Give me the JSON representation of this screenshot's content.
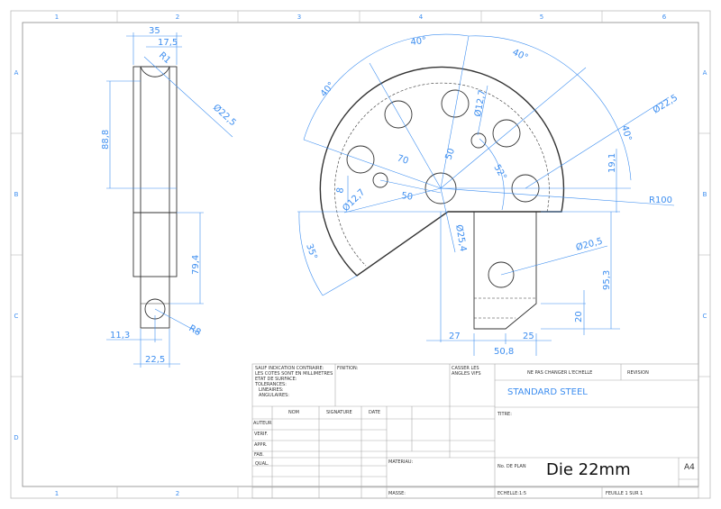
{
  "sheet": {
    "columns": [
      "1",
      "2",
      "3",
      "4",
      "5",
      "6"
    ],
    "rows": [
      "A",
      "B",
      "C",
      "D"
    ],
    "line_color": "#333333",
    "dimension_color": "#3d8ef0"
  },
  "side_view": {
    "dims": {
      "w35": "35",
      "w17_5": "17,5",
      "r1": "R1",
      "d22_5": "Ø22,5",
      "h88_8": "88,8",
      "h79_4": "79,4",
      "r8": "R8",
      "w11_3": "11,3",
      "w22_5": "22,5"
    }
  },
  "front_view": {
    "dims": {
      "a40_1": "40°",
      "a40_2": "40°",
      "a40_3": "40°",
      "a40_4": "40°",
      "a35": "35°",
      "a52": "52°",
      "d12_7a": "Ø12,7",
      "d12_7b": "Ø12,7",
      "d22_5": "Ø22,5",
      "d25_4": "Ø25,4",
      "d20_5": "Ø20,5",
      "l70": "70",
      "l50a": "50",
      "l50b": "50",
      "l8": "8",
      "h19_1": "19,1",
      "r100": "R100",
      "h95_3": "95,3",
      "h20": "20",
      "w27": "27",
      "w25": "25",
      "w50_8": "50,8"
    }
  },
  "title_block": {
    "general_notes": [
      "SAUF INDICATION CONTRAIRE:",
      "LES COTES SONT EN MILLIMETRES",
      "ETAT DE SURFACE:",
      "TOLERANCES:",
      "  LINEAIRES:",
      "  ANGULAIRES:"
    ],
    "finition": "FINITION:",
    "casser": [
      "CASSER LES",
      "ANGLES VIFS"
    ],
    "headers": {
      "nom": "NOM",
      "signature": "SIGNATURE",
      "date": "DATE"
    },
    "row_labels": [
      "AUTEUR",
      "VERIF.",
      "APPR.",
      "FAB.",
      "QUAL."
    ],
    "materiau": "MATERIAU:",
    "masse": "MASSE:",
    "scale_note": "NE PAS CHANGER L'ECHELLE",
    "revision": "REVISION",
    "material_value": "STANDARD STEEL",
    "titre": "TITRE:",
    "no_plan_label": "No. DE PLAN",
    "no_plan_value": "Die 22mm",
    "format": "A4",
    "echelle": "ECHELLE:1:5",
    "feuille": "FEUILLE 1 SUR 1"
  }
}
